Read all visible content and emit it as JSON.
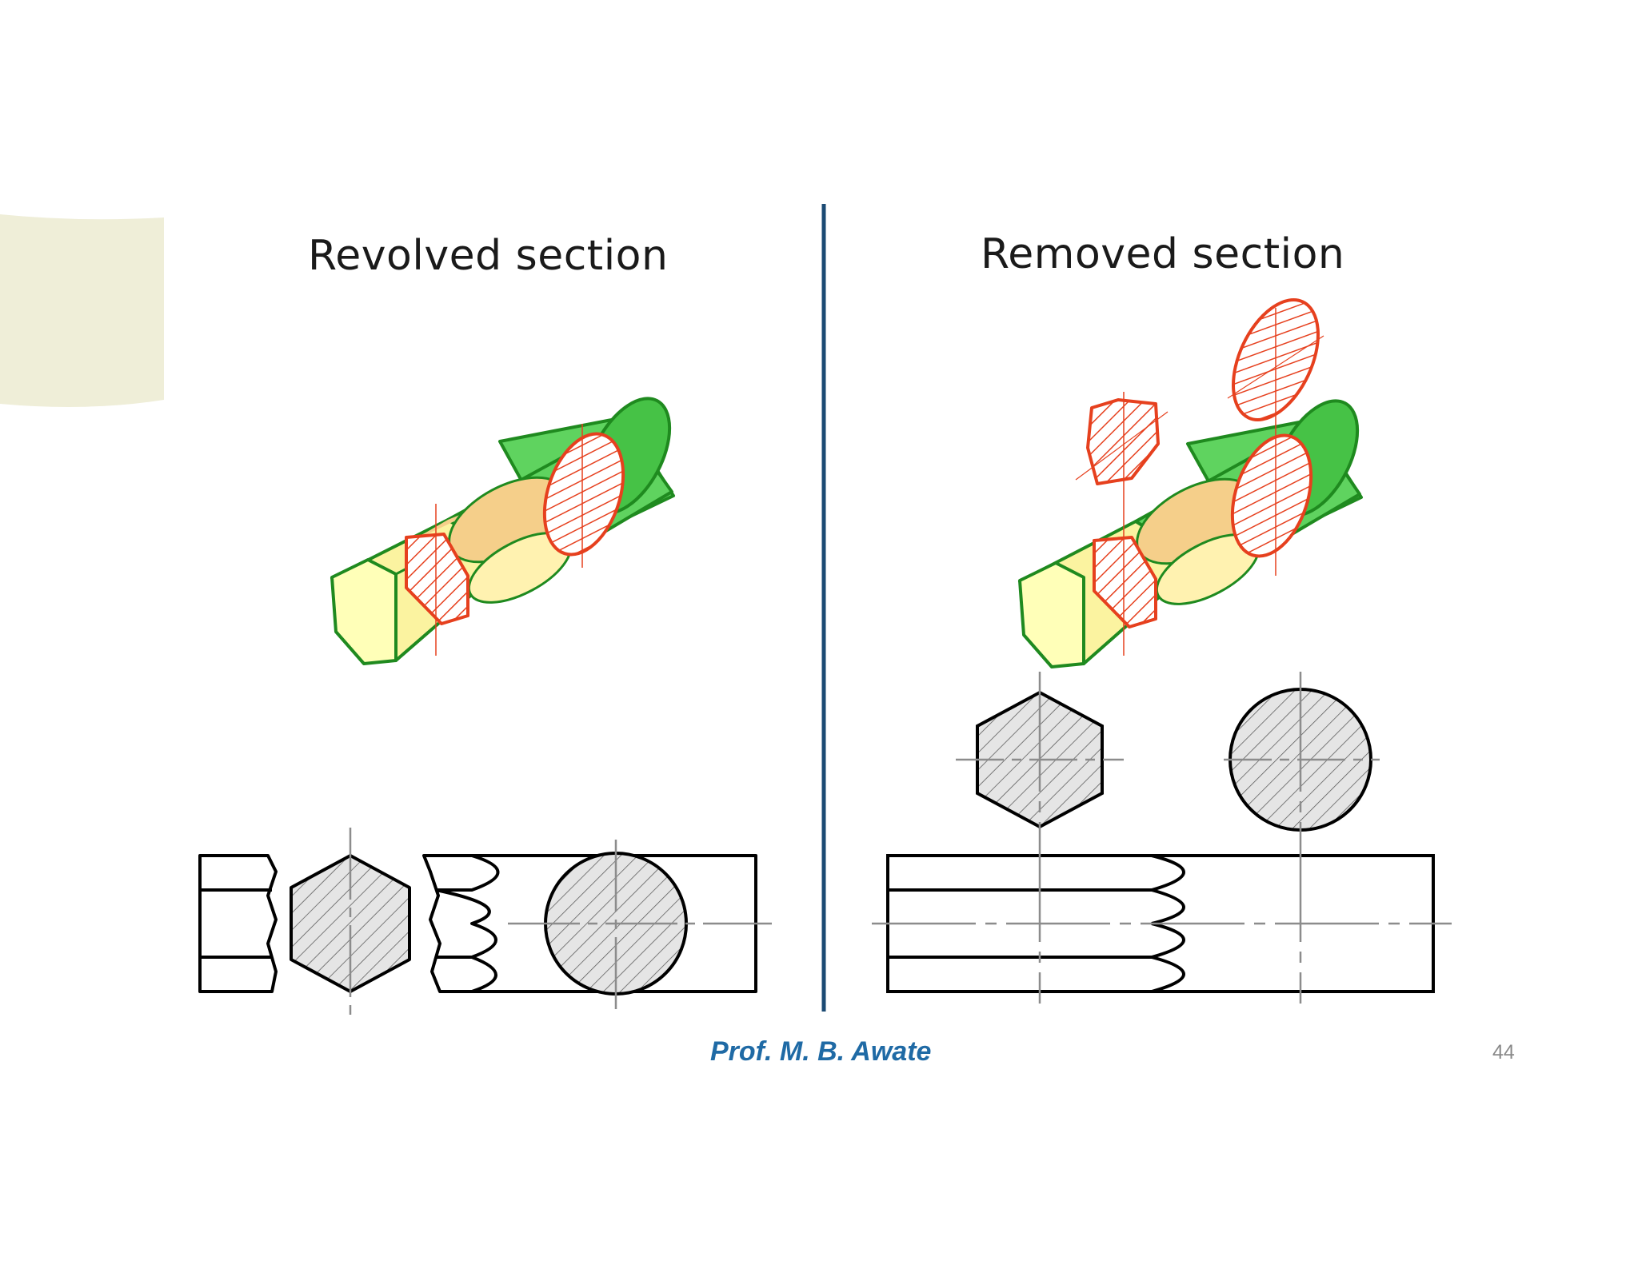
{
  "slide": {
    "left_title": "Revolved section",
    "right_title": "Removed section",
    "author": "Prof. M. B. Awate",
    "page_number": "44"
  },
  "colors": {
    "tab": "#efeed8",
    "divider": "#1b4a73",
    "cylinder": "#5fd35f",
    "cylinder_outline": "#1f8a1f",
    "hex_face": "#ffffb8",
    "cut_face": "#f5cf8a",
    "section_red": "#e6401e",
    "drawing_line": "#000000",
    "hatch_fill": "#e5e5e5",
    "center_line": "#8c8c8c",
    "author_text": "#1f6aa5"
  },
  "icons": [
    "isometric-shaft-drawing",
    "orthographic-shaft-drawing",
    "hatched-section"
  ]
}
